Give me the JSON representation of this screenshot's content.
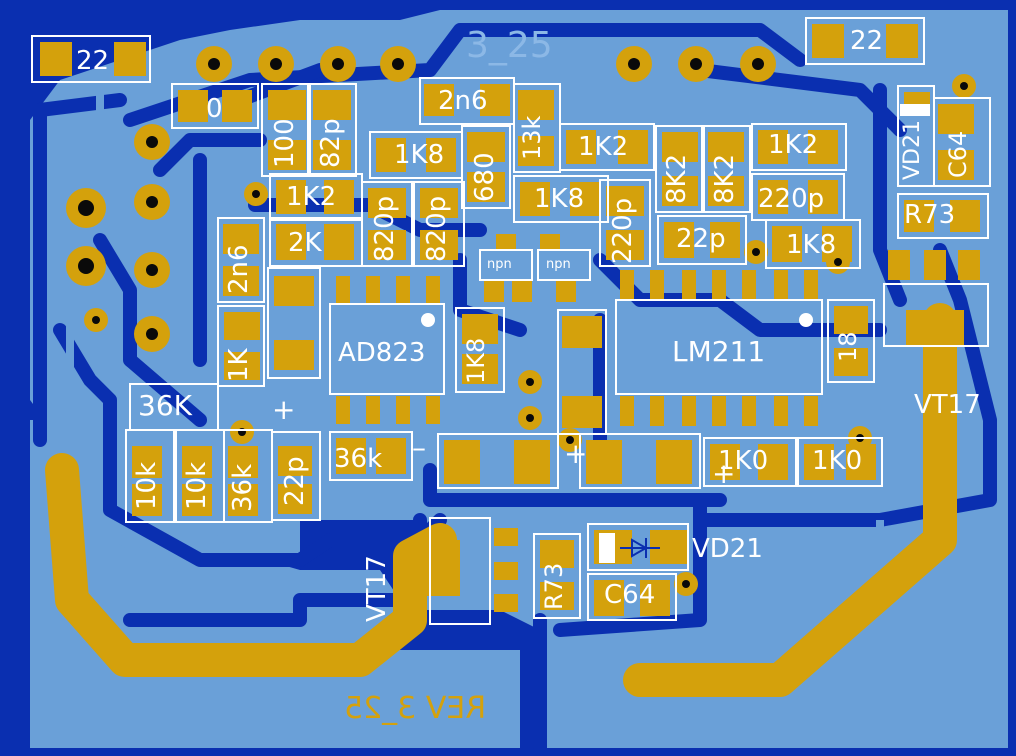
{
  "board": {
    "title": "3_25",
    "revision": "REV 3_25",
    "colors": {
      "substrate": "#0a2fb0",
      "copper_pour": "#6aa0d8",
      "trace": "#5a90cc",
      "pad": "#d4a10c",
      "silkscreen": "#ffffff",
      "drill": "#0a0a0a"
    }
  },
  "ics": {
    "opamp": "AD823",
    "comparator": "LM211",
    "transistor_top": "VT17",
    "transistor_bottom": "VT17",
    "npn_left": "npn",
    "npn_right": "npn"
  },
  "polarity": {
    "plus_upper": "+",
    "minus": "–",
    "plus_middle": "+",
    "plus_lower": "+"
  },
  "components": {
    "r22_left": "22",
    "r22_right": "22",
    "r0": "0",
    "r100": "100",
    "c82p": "82p",
    "c2n6_top": "2n6",
    "r13k": "13k",
    "r1k8_a": "1K8",
    "r680": "680",
    "r1k2_a": "1K2",
    "r8k2_a": "8K2",
    "r8k2_b": "8K2",
    "r1k2_b": "1K2",
    "r1k2_c": "1K2",
    "c820p_a": "820p",
    "c820p_b": "820p",
    "r1k8_b": "1K8",
    "c220p_a": "220p",
    "c220p_b": "220p",
    "c2n6_left": "2n6",
    "r2k": "2K",
    "c22p_mid": "22p",
    "r1k8_c": "1K8",
    "r1k": "1K",
    "r1k8_vert": "1K8",
    "r18": "18",
    "r36k_a": "36K",
    "r10k_a": "10k",
    "r10k_b": "10k",
    "r36k_b": "36k",
    "c22p_low": "22p",
    "r36k_c": "36k",
    "r1k0_a": "1K0",
    "r1k0_b": "1K0",
    "vd21_top": "VD21",
    "c64_top": "C64",
    "r73_top": "R73",
    "vd21_bottom": "VD21",
    "r73_bottom": "R73",
    "c64_bottom": "C64"
  }
}
